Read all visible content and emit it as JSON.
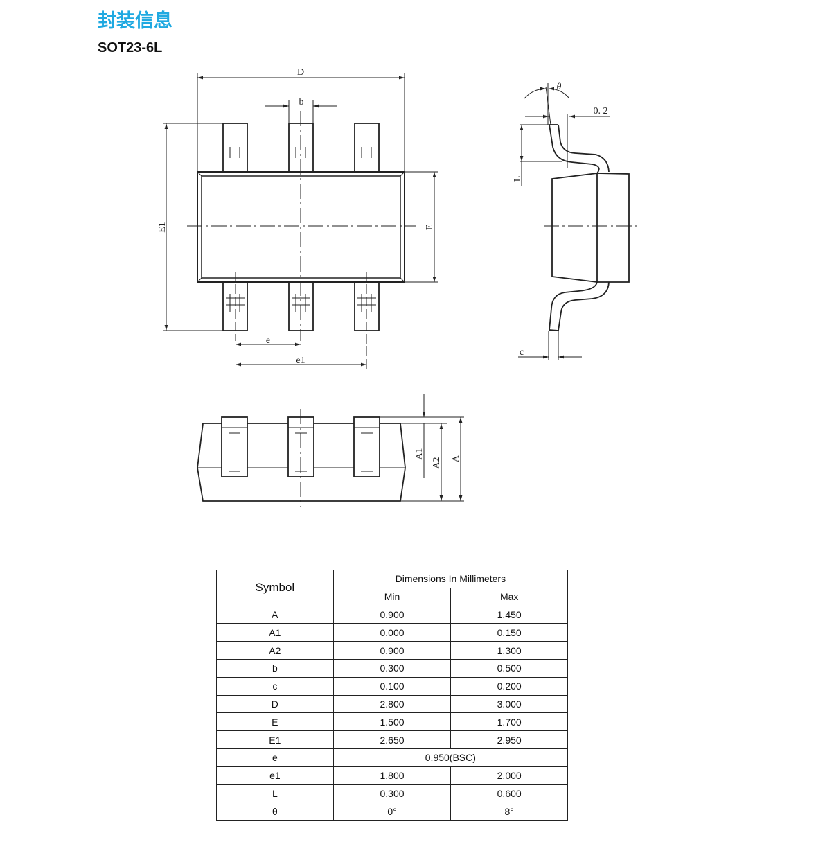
{
  "heading": "封装信息",
  "package_name": "SOT23-6L",
  "drawing_labels": {
    "D": "D",
    "b": "b",
    "E1": "E1",
    "E": "E",
    "e": "e",
    "e1": "e1",
    "theta": "θ",
    "lead_ref": "0. 2",
    "L": "L",
    "c": "c",
    "A1": "A1",
    "A2": "A2",
    "A": "A"
  },
  "table": {
    "symbol_header": "Symbol",
    "dimensions_header": "Dimensions In Millimeters",
    "min_header": "Min",
    "max_header": "Max",
    "rows": [
      {
        "symbol": "A",
        "min": "0.900",
        "max": "1.450"
      },
      {
        "symbol": "A1",
        "min": "0.000",
        "max": "0.150"
      },
      {
        "symbol": "A2",
        "min": "0.900",
        "max": "1.300"
      },
      {
        "symbol": "b",
        "min": "0.300",
        "max": "0.500"
      },
      {
        "symbol": "c",
        "min": "0.100",
        "max": "0.200"
      },
      {
        "symbol": "D",
        "min": "2.800",
        "max": "3.000"
      },
      {
        "symbol": "E",
        "min": "1.500",
        "max": "1.700"
      },
      {
        "symbol": "E1",
        "min": "2.650",
        "max": "2.950"
      },
      {
        "symbol": "e",
        "merged": "0.950(BSC)"
      },
      {
        "symbol": "e1",
        "min": "1.800",
        "max": "2.000"
      },
      {
        "symbol": "L",
        "min": "0.300",
        "max": "0.600"
      },
      {
        "symbol": "θ",
        "min": "0°",
        "max": "8°"
      }
    ]
  }
}
